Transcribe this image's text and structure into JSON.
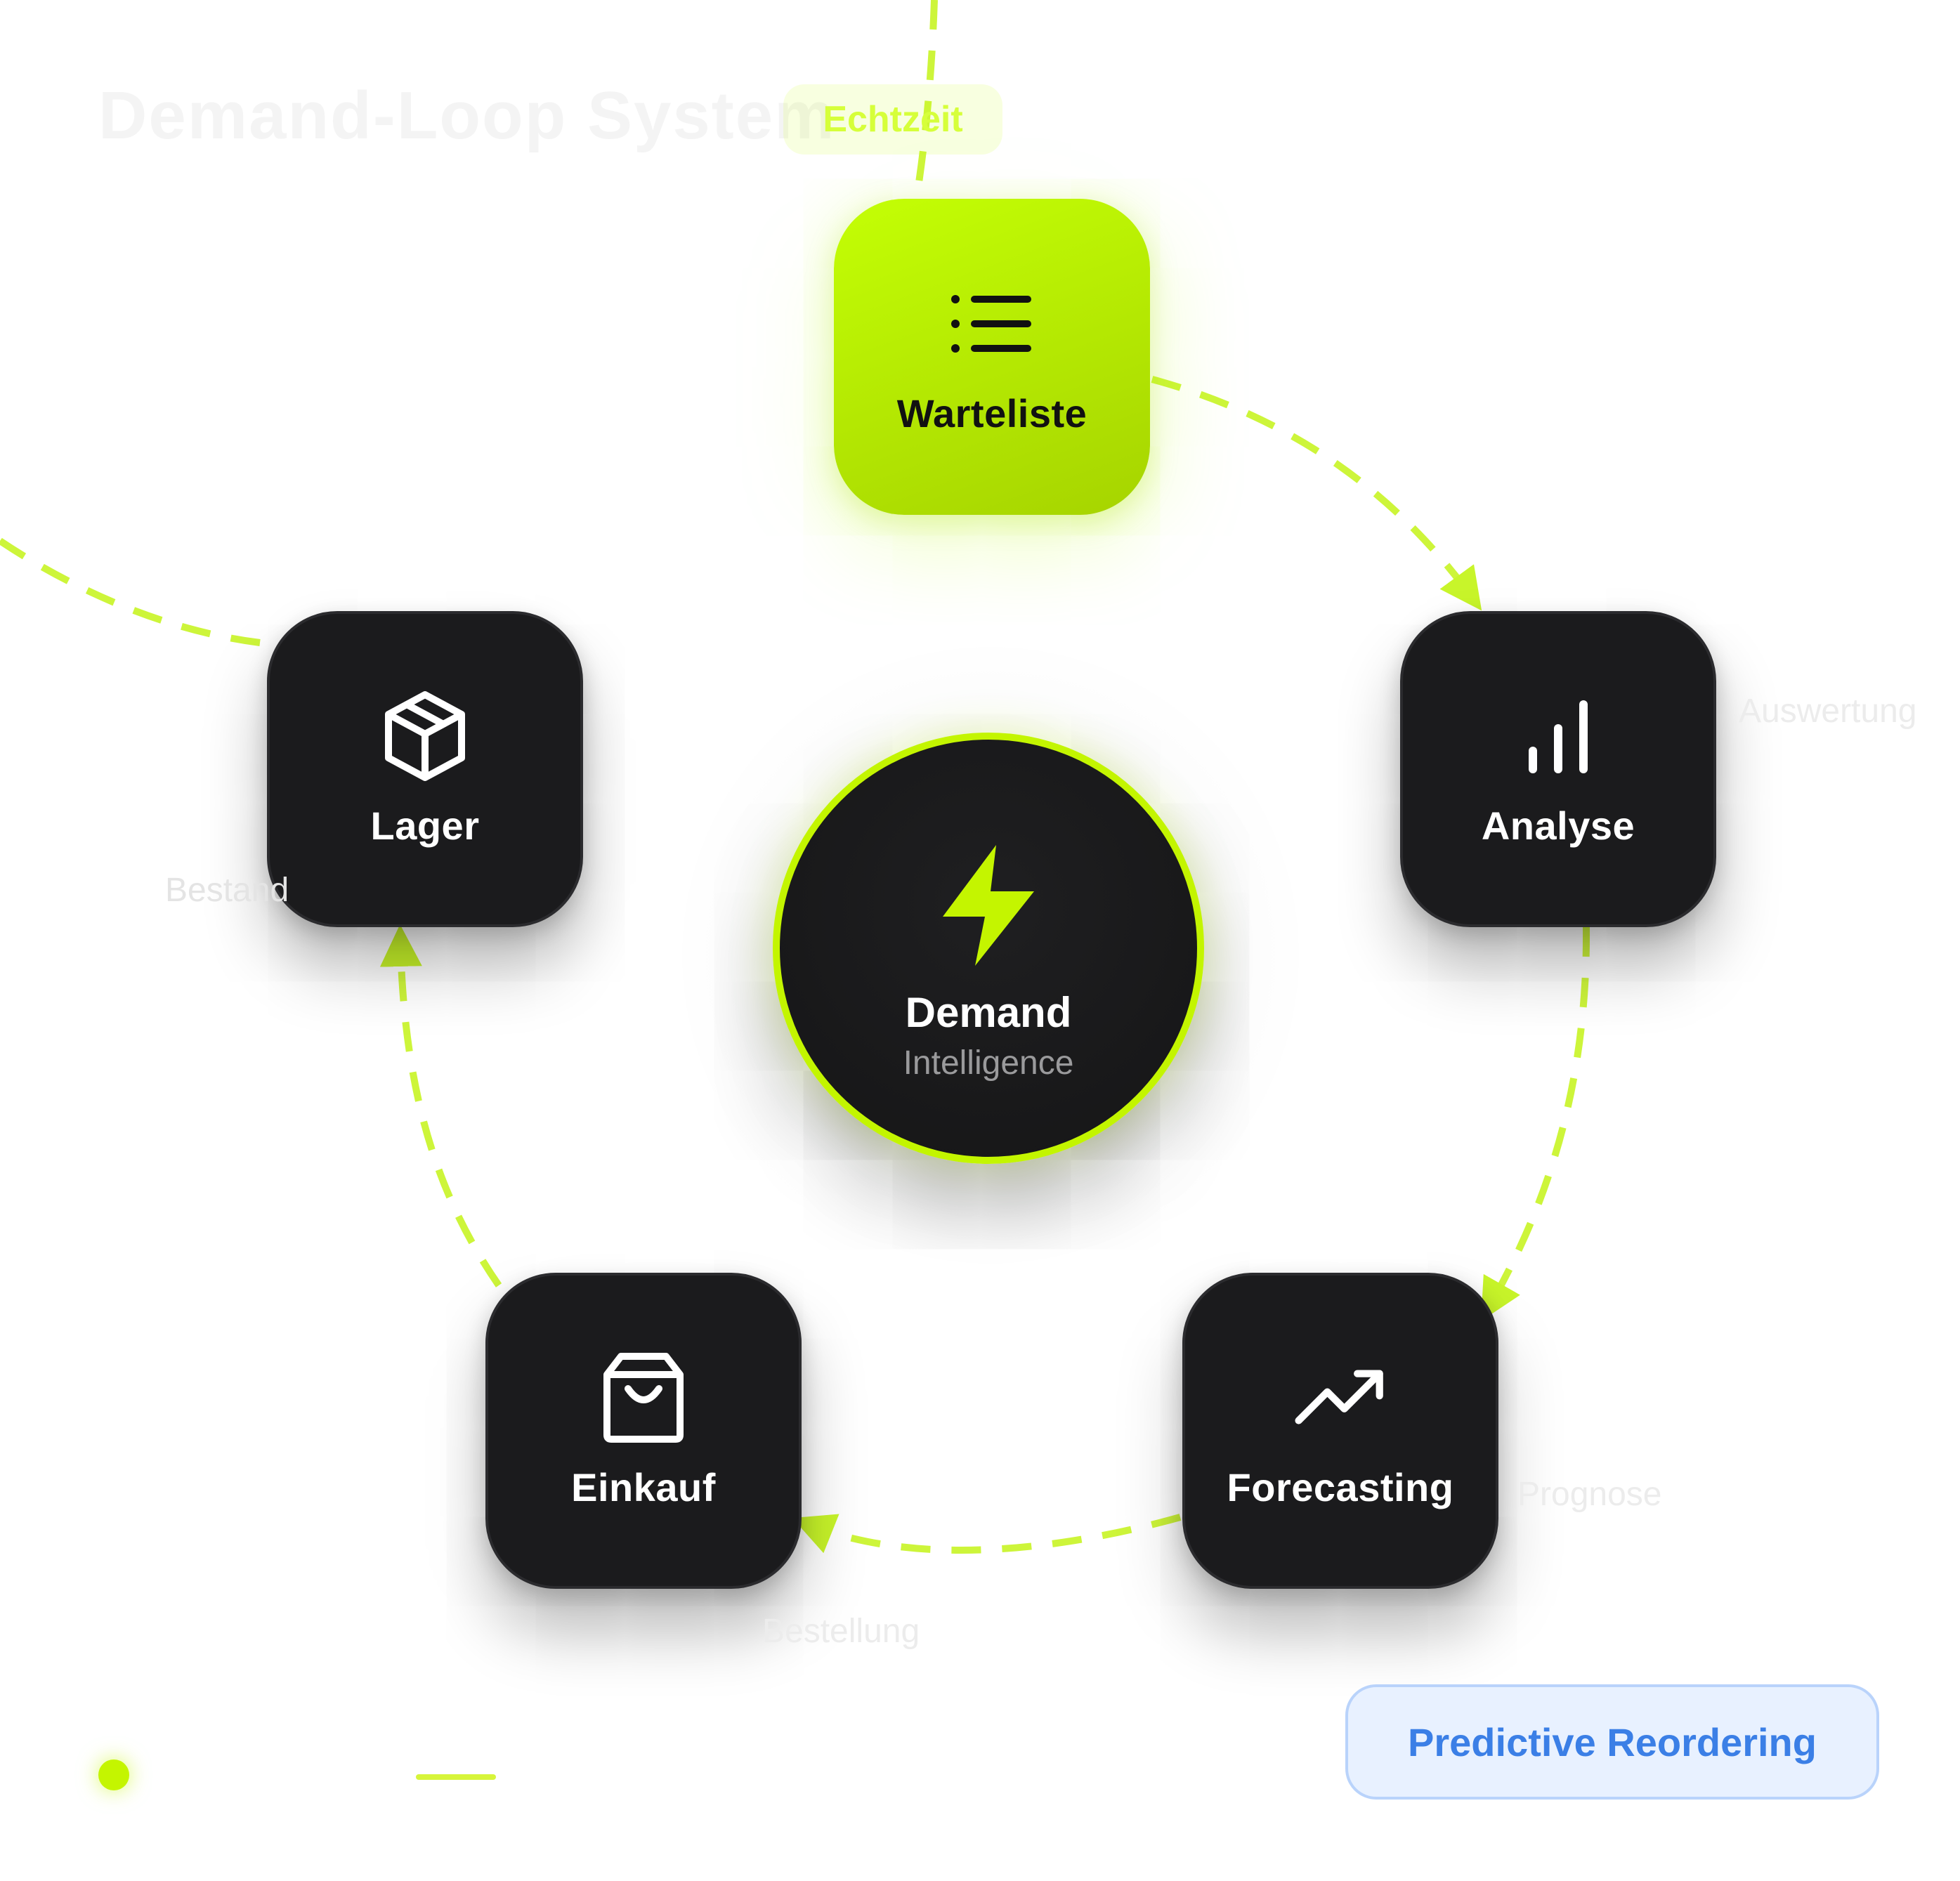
{
  "header": {
    "title": "Demand-Loop System",
    "badge": "Echtzeit"
  },
  "hub": {
    "title": "Demand",
    "subtitle": "Intelligence",
    "icon": "lightning-bolt-icon"
  },
  "nodes": [
    {
      "id": "warteliste",
      "label": "Warteliste",
      "icon": "list-icon",
      "active": true
    },
    {
      "id": "analyse",
      "label": "Analyse",
      "icon": "bar-chart-icon",
      "active": false
    },
    {
      "id": "forecasting",
      "label": "Forecasting",
      "icon": "trending-up-icon",
      "active": false
    },
    {
      "id": "einkauf",
      "label": "Einkauf",
      "icon": "shopping-bag-icon",
      "active": false
    },
    {
      "id": "lager",
      "label": "Lager",
      "icon": "package-icon",
      "active": false
    }
  ],
  "ghost_labels": {
    "analyse": "Auswertung",
    "forecasting": "Prognose",
    "einkauf": "Bestellung",
    "lager": "Bestand"
  },
  "footer": {
    "pill": "Predictive Reordering"
  },
  "colors": {
    "accent": "#c4ff05",
    "node_dark": "#1b1b1d",
    "pill_text": "#3b7fe6",
    "pill_bg": "#e8f1ff"
  }
}
